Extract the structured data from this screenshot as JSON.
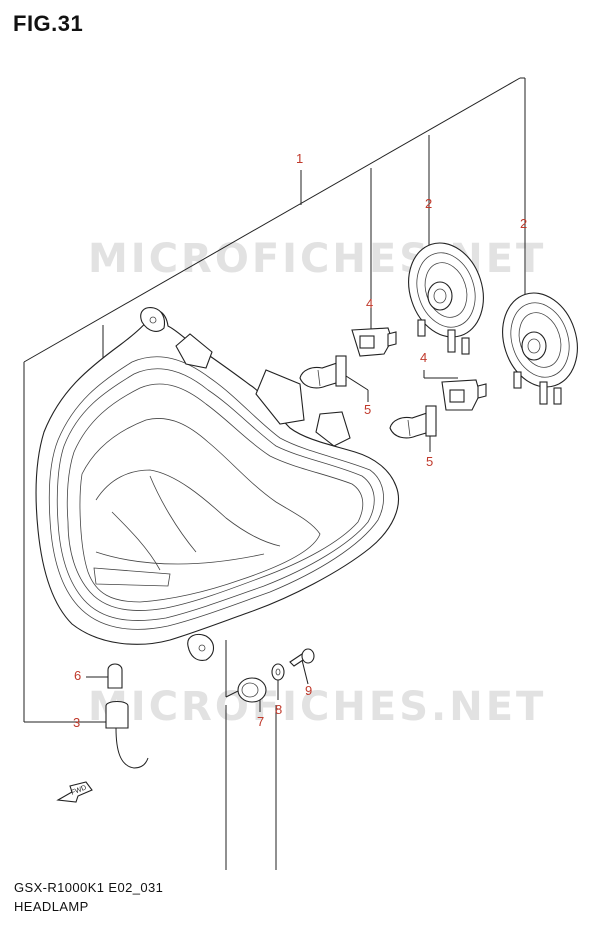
{
  "figure": {
    "title": "FIG.31"
  },
  "footer": {
    "model_code": "GSX-R1000K1 E02_031",
    "section_name": "HEADLAMP"
  },
  "watermark": {
    "text": "MICROFICHES.NET"
  },
  "direction_badge": {
    "text": "FWD"
  },
  "callouts": [
    {
      "id": "c1",
      "text": "1"
    },
    {
      "id": "c2a",
      "text": "2"
    },
    {
      "id": "c2b",
      "text": "2"
    },
    {
      "id": "c3",
      "text": "3"
    },
    {
      "id": "c4a",
      "text": "4"
    },
    {
      "id": "c4b",
      "text": "4"
    },
    {
      "id": "c5a",
      "text": "5"
    },
    {
      "id": "c5b",
      "text": "5"
    },
    {
      "id": "c6",
      "text": "6"
    },
    {
      "id": "c7",
      "text": "7"
    },
    {
      "id": "c8",
      "text": "8"
    },
    {
      "id": "c9",
      "text": "9"
    }
  ],
  "colors": {
    "callout": "#c0392b",
    "line": "#222222",
    "watermark": "#e2e2e2"
  }
}
